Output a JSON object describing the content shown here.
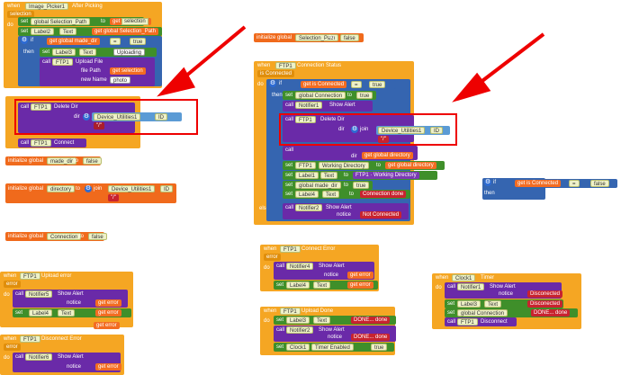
{
  "colors": {
    "event": "#f5a623",
    "call": "#6a2aa8",
    "set": "#3f8f2a",
    "text": "#a91e2c",
    "init": "#f06a1c",
    "logic": "#3565b0",
    "highlight": "#e00000"
  },
  "b1": {
    "when": "when",
    "comp": "Image_Picker1",
    "event": "After Picking",
    "param": "selection",
    "do": "do",
    "set": "set",
    "var": "global Selection_Path",
    "to": "to",
    "get": "get",
    "getvar": "selection",
    "set2": "set",
    "comp2": "Label2",
    "prop2": "Text",
    "get2": "get",
    "var2": "global Selection_Path",
    "if": "if",
    "get3": "get",
    "var3": "global made_dir",
    "eq": "=",
    "val3": "true",
    "then": "then",
    "set4": "set",
    "comp4": "Label3",
    "prop4": "Text",
    "text4": "Uploading",
    "call5": "call",
    "comp5": "FTP1",
    "meth5": "Upload File",
    "param5a": "file Path",
    "get5": "get",
    "var5": "selection",
    "param5b": "new Name",
    "text5": "photo"
  },
  "b2": {
    "call": "call",
    "comp": "FTP1",
    "meth": "Delete Dir",
    "dir": "dir",
    "join": "join",
    "comp2": "Device_Utilities1",
    "prop2": "ID",
    "text": "/",
    "call2": "call",
    "comp3": "FTP1",
    "meth2": "Connect"
  },
  "init": {
    "selpath": {
      "label": "initialize global",
      "name": "Selection_Path",
      "to": "to",
      "value": "false"
    },
    "madedir": {
      "label": "initialize global",
      "name": "made_dir",
      "to": "to",
      "value": "false"
    },
    "directory": {
      "label": "initialize global",
      "name": "directory",
      "to": "to",
      "join": "join",
      "comp": "Device_Utilities1",
      "prop": "ID",
      "text": "/"
    },
    "connection": {
      "label": "initialize global",
      "name": "Connection",
      "to": "to",
      "value": "false"
    }
  },
  "b3": {
    "when": "when",
    "comp": "FTP1",
    "event": "Connection Status",
    "param": "is Connected",
    "do": "do",
    "if": "if",
    "get": "get",
    "var": "is Connected",
    "eq": "=",
    "val": "true",
    "then": "then",
    "set1": "set",
    "var1": "global Connection",
    "to": "to",
    "val1": "true",
    "call1": "call",
    "comp1": "Notifier1",
    "meth1": "Show Alert",
    "notice": "notice",
    "call2": "call",
    "comp2": "FTP1",
    "meth2": "Delete Dir",
    "dir": "dir",
    "join": "join",
    "comp2b": "Device_Utilities1",
    "prop2b": "ID",
    "text2": "/",
    "call3": "call",
    "dir3": "dir",
    "get3": "get",
    "var3": "global directory",
    "set4": "set",
    "comp4": "FTP1",
    "prop4": "Working Directory",
    "get4": "get",
    "var4": "global directory",
    "set5": "set",
    "comp5": "Label1",
    "prop5": "Text",
    "comp5b": "FTP1",
    "prop5b": "Working Directory",
    "set6": "set",
    "var6": "global made_dir",
    "val6": "true",
    "set7": "set",
    "comp7": "Label4",
    "prop7": "Text",
    "text7": "Connection done",
    "else": "else",
    "call8": "call",
    "comp8": "Notifier2",
    "meth8": "Show Alert",
    "notice8": "notice",
    "text8": "Not Connected"
  },
  "b4": {
    "if": "if",
    "get": "get",
    "var": "is Connected",
    "eq": "=",
    "val": "false",
    "then": "then"
  },
  "b5": {
    "when": "when",
    "comp": "FTP1",
    "event": "Connect Error",
    "param": "error",
    "do": "do",
    "call": "call",
    "comp1": "Notifier4",
    "meth": "Show Alert",
    "notice": "notice",
    "get": "get",
    "var": "error",
    "set": "set",
    "comp2": "Label4",
    "prop": "Text",
    "get2": "get",
    "var2": "error"
  },
  "b6": {
    "when": "when",
    "comp": "FTP1",
    "event": "Upload Done",
    "do": "do",
    "set": "set",
    "comp1": "Label3",
    "prop": "Text",
    "text": "DONE... done",
    "call": "call",
    "comp2": "Notifier2",
    "meth": "Show Alert",
    "notice": "notice",
    "text2": "DONE... done",
    "set2": "set",
    "comp3": "Clock1",
    "prop2": "Timer Enabled",
    "val2": "true"
  },
  "b7": {
    "when": "when",
    "comp": "Clock1",
    "event": "Timer",
    "do": "do",
    "call": "call",
    "comp1": "Notifier1",
    "meth": "Show Alert",
    "notice": "notice",
    "text1": "Disconected",
    "set": "set",
    "comp2": "Label3",
    "prop": "Text",
    "text2": "Disconected",
    "set2": "set",
    "var": "global Connection",
    "val": "DONE... done",
    "call2": "call",
    "comp3": "FTP1",
    "meth2": "Disconnect"
  },
  "b8": {
    "when": "when",
    "comp": "FTP1",
    "event": "Upload error",
    "param": "error",
    "do": "do",
    "call": "call",
    "comp1": "Notifier5",
    "meth": "Show Alert",
    "notice": "notice",
    "get": "get",
    "var": "error",
    "set": "set",
    "comp2": "Label4",
    "prop": "Text",
    "get2": "get",
    "var2": "error",
    "get3": "get",
    "var3": "error"
  },
  "b9": {
    "when": "when",
    "comp": "FTP1",
    "event": "Disconnect Error",
    "param": "error",
    "do": "do",
    "call": "call",
    "comp1": "Notifier6",
    "meth": "Show Alert",
    "notice": "notice",
    "get": "get",
    "var": "error"
  }
}
